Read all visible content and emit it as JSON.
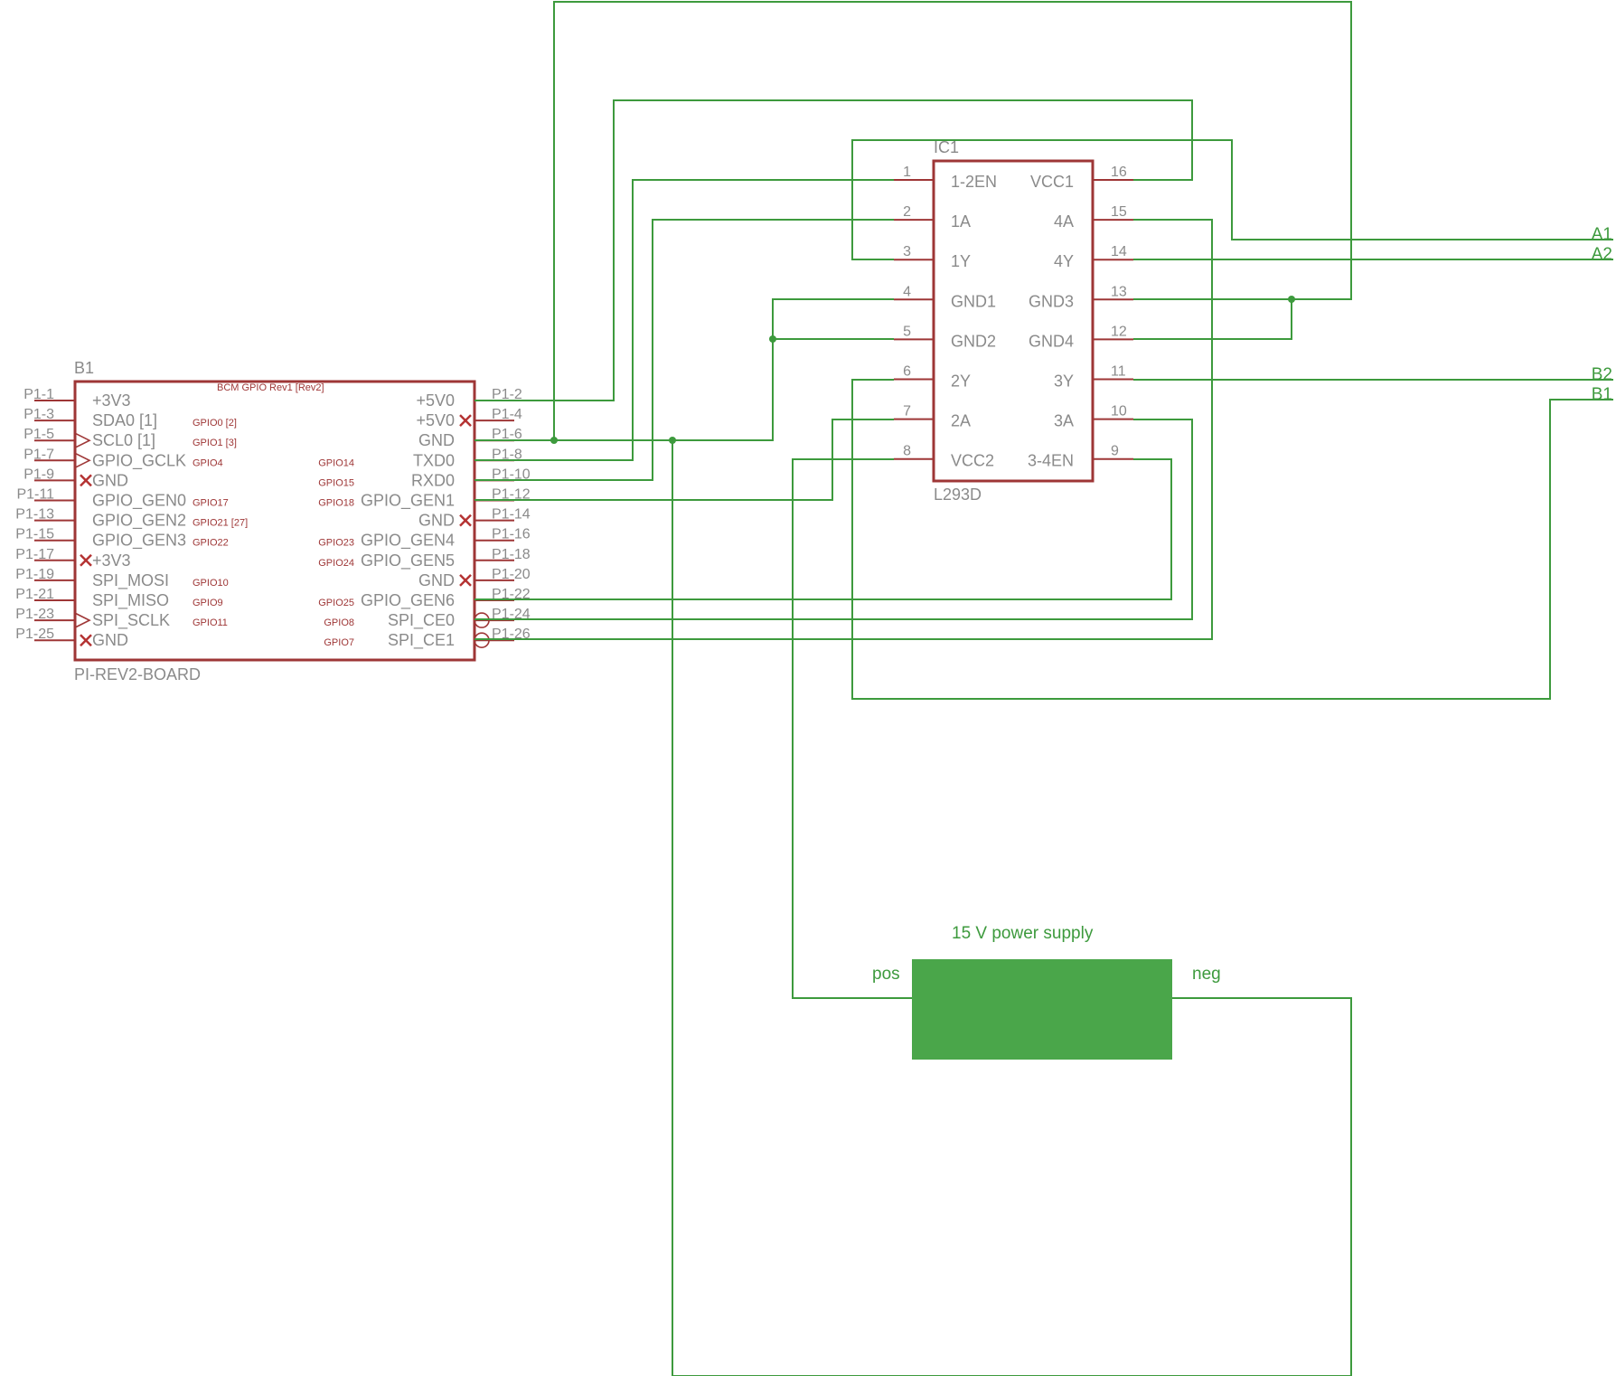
{
  "pi_board": {
    "name": "B1",
    "value": "PI-REV2-BOARD",
    "header": "BCM GPIO Rev1 [Rev2]",
    "left_pins": [
      {
        "pad": "P1-1",
        "label": "+3V3",
        "gpio": "",
        "marker": "none"
      },
      {
        "pad": "P1-3",
        "label": "SDA0 [1]",
        "gpio": "GPIO0 [2]",
        "marker": "none"
      },
      {
        "pad": "P1-5",
        "label": "SCL0 [1]",
        "gpio": "GPIO1 [3]",
        "marker": "clock"
      },
      {
        "pad": "P1-7",
        "label": "GPIO_GCLK",
        "gpio": "GPIO4",
        "marker": "clock"
      },
      {
        "pad": "P1-9",
        "label": "GND",
        "gpio": "",
        "marker": "nc"
      },
      {
        "pad": "P1-11",
        "label": "GPIO_GEN0",
        "gpio": "GPIO17",
        "marker": "none"
      },
      {
        "pad": "P1-13",
        "label": "GPIO_GEN2",
        "gpio": "GPIO21 [27]",
        "marker": "none"
      },
      {
        "pad": "P1-15",
        "label": "GPIO_GEN3",
        "gpio": "GPIO22",
        "marker": "none"
      },
      {
        "pad": "P1-17",
        "label": "+3V3",
        "gpio": "",
        "marker": "nc"
      },
      {
        "pad": "P1-19",
        "label": "SPI_MOSI",
        "gpio": "GPIO10",
        "marker": "none"
      },
      {
        "pad": "P1-21",
        "label": "SPI_MISO",
        "gpio": "GPIO9",
        "marker": "none"
      },
      {
        "pad": "P1-23",
        "label": "SPI_SCLK",
        "gpio": "GPIO11",
        "marker": "clock"
      },
      {
        "pad": "P1-25",
        "label": "GND",
        "gpio": "",
        "marker": "nc"
      }
    ],
    "right_pins": [
      {
        "pad": "P1-2",
        "label": "+5V0",
        "gpio": "",
        "marker": "none"
      },
      {
        "pad": "P1-4",
        "label": "+5V0",
        "gpio": "",
        "marker": "nc"
      },
      {
        "pad": "P1-6",
        "label": "GND",
        "gpio": "",
        "marker": "none"
      },
      {
        "pad": "P1-8",
        "label": "TXD0",
        "gpio": "GPIO14",
        "marker": "none"
      },
      {
        "pad": "P1-10",
        "label": "RXD0",
        "gpio": "GPIO15",
        "marker": "none"
      },
      {
        "pad": "P1-12",
        "label": "GPIO_GEN1",
        "gpio": "GPIO18",
        "marker": "none"
      },
      {
        "pad": "P1-14",
        "label": "GND",
        "gpio": "",
        "marker": "nc"
      },
      {
        "pad": "P1-16",
        "label": "GPIO_GEN4",
        "gpio": "GPIO23",
        "marker": "none"
      },
      {
        "pad": "P1-18",
        "label": "GPIO_GEN5",
        "gpio": "GPIO24",
        "marker": "none"
      },
      {
        "pad": "P1-20",
        "label": "GND",
        "gpio": "",
        "marker": "nc"
      },
      {
        "pad": "P1-22",
        "label": "GPIO_GEN6",
        "gpio": "GPIO25",
        "marker": "none"
      },
      {
        "pad": "P1-24",
        "label": "SPI_CE0",
        "gpio": "GPIO8",
        "marker": "inverted"
      },
      {
        "pad": "P1-26",
        "label": "SPI_CE1",
        "gpio": "GPIO7",
        "marker": "inverted"
      }
    ]
  },
  "driver_ic": {
    "name": "IC1",
    "value": "L293D",
    "left_pins": [
      {
        "num": "1",
        "label": "1-2EN"
      },
      {
        "num": "2",
        "label": "1A"
      },
      {
        "num": "3",
        "label": "1Y"
      },
      {
        "num": "4",
        "label": "GND1"
      },
      {
        "num": "5",
        "label": "GND2"
      },
      {
        "num": "6",
        "label": "2Y"
      },
      {
        "num": "7",
        "label": "2A"
      },
      {
        "num": "8",
        "label": "VCC2"
      }
    ],
    "right_pins": [
      {
        "num": "16",
        "label": "VCC1"
      },
      {
        "num": "15",
        "label": "4A"
      },
      {
        "num": "14",
        "label": "4Y"
      },
      {
        "num": "13",
        "label": "GND3"
      },
      {
        "num": "12",
        "label": "GND4"
      },
      {
        "num": "11",
        "label": "3Y"
      },
      {
        "num": "10",
        "label": "3A"
      },
      {
        "num": "9",
        "label": "3-4EN"
      }
    ]
  },
  "power_supply": {
    "title": "15 V power supply",
    "pos_label": "pos",
    "neg_label": "neg",
    "fill_color": "#4aa64a"
  },
  "net_labels": {
    "a1": "A1",
    "a2": "A2",
    "b2": "B2",
    "b1": "B1"
  },
  "colors": {
    "part_outline": "#9e3636",
    "wire": "#3d9a3d",
    "label_gray": "#8a8a8a"
  }
}
